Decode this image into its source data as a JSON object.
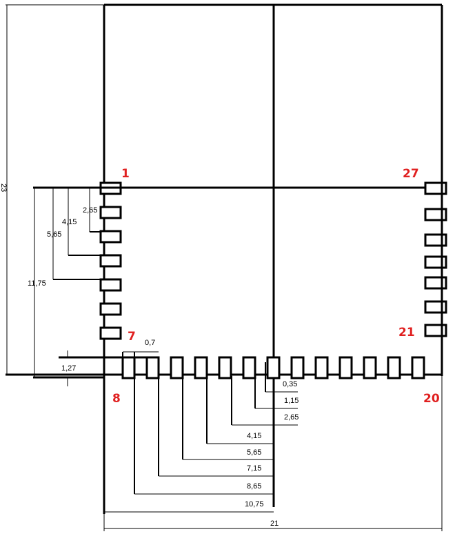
{
  "pin_labels": {
    "p1": "1",
    "p27": "27",
    "p7": "7",
    "p21": "21",
    "p8": "8",
    "p20": "20"
  },
  "dimensions": {
    "height_total": "23",
    "left_2_65": "2,65",
    "left_4_15": "4,15",
    "left_5_65": "5,65",
    "left_11_75": "11,75",
    "left_1_27": "1,27",
    "pad_width_0_7": "0,7",
    "bottom_0_35": "0,35",
    "bottom_1_15": "1,15",
    "bottom_2_65": "2,65",
    "bottom_4_15": "4,15",
    "bottom_5_65": "5,65",
    "bottom_7_15": "7,15",
    "bottom_8_65": "8,65",
    "bottom_10_75": "10,75",
    "width_total": "21"
  }
}
